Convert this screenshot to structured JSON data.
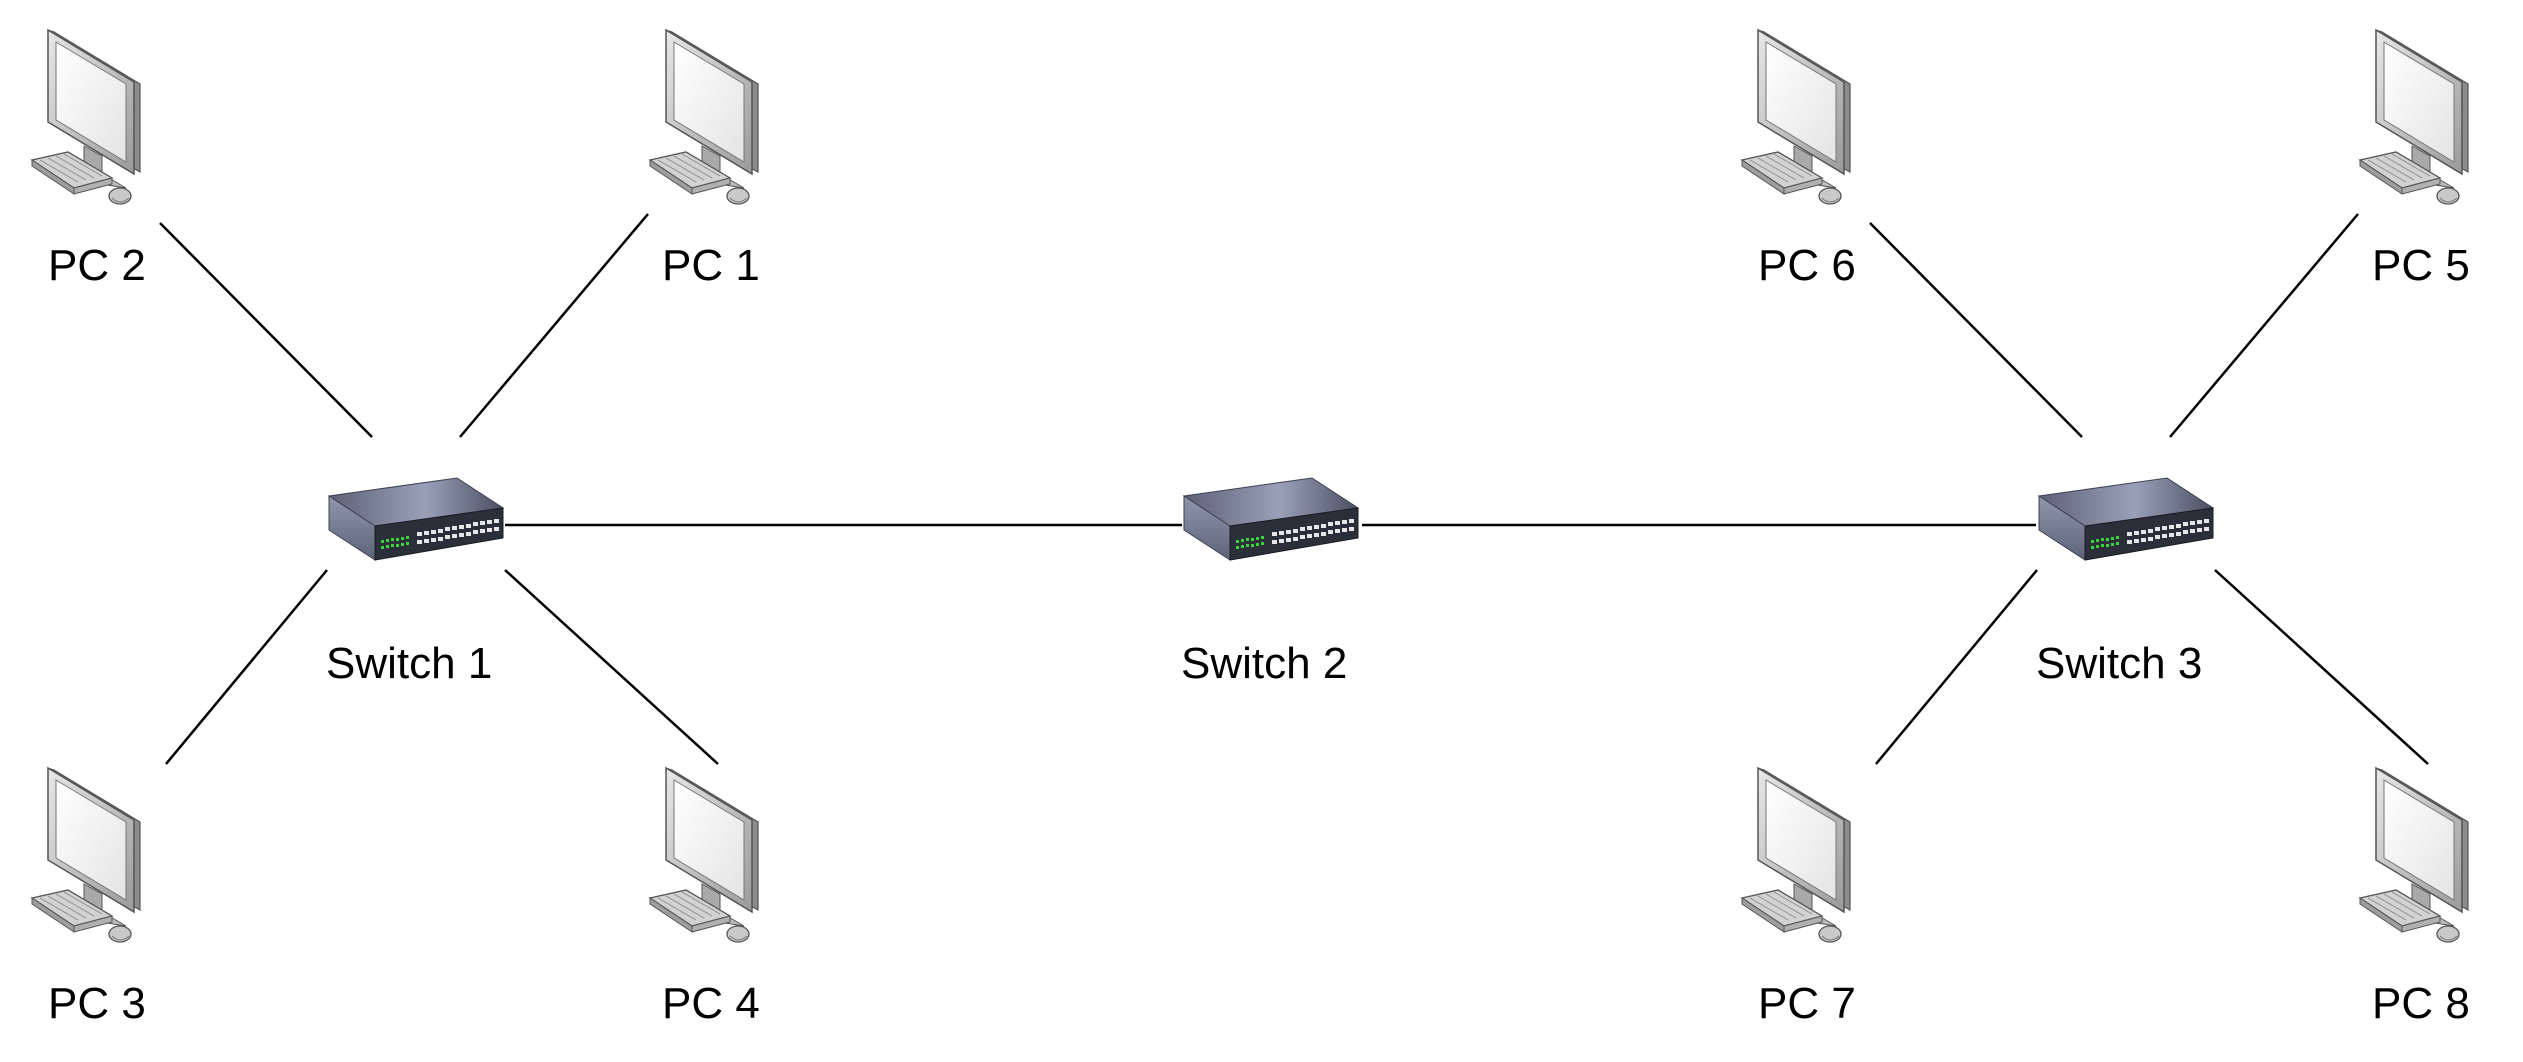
{
  "colors": {
    "background": "#ffffff",
    "link": "#000000",
    "switch_top": "#8e94ad",
    "switch_front": "#2b2f3a",
    "switch_led": "#3bd13b",
    "monitor_frame": "#c8c8c8",
    "monitor_screen": "#f6f6f6"
  },
  "icons": {
    "pc": "desktop-computer-icon",
    "switch": "network-switch-icon"
  },
  "switches": [
    {
      "id": "switch1",
      "label": "Switch 1"
    },
    {
      "id": "switch2",
      "label": "Switch 2"
    },
    {
      "id": "switch3",
      "label": "Switch 3"
    }
  ],
  "pcs": [
    {
      "id": "pc1",
      "label": "PC 1"
    },
    {
      "id": "pc2",
      "label": "PC 2"
    },
    {
      "id": "pc3",
      "label": "PC 3"
    },
    {
      "id": "pc4",
      "label": "PC 4"
    },
    {
      "id": "pc5",
      "label": "PC 5"
    },
    {
      "id": "pc6",
      "label": "PC 6"
    },
    {
      "id": "pc7",
      "label": "PC 7"
    },
    {
      "id": "pc8",
      "label": "PC 8"
    }
  ],
  "links": [
    {
      "from": "switch1",
      "to": "switch2"
    },
    {
      "from": "switch2",
      "to": "switch3"
    },
    {
      "from": "switch1",
      "to": "pc2"
    },
    {
      "from": "switch1",
      "to": "pc1"
    },
    {
      "from": "switch1",
      "to": "pc3"
    },
    {
      "from": "switch1",
      "to": "pc4"
    },
    {
      "from": "switch3",
      "to": "pc6"
    },
    {
      "from": "switch3",
      "to": "pc5"
    },
    {
      "from": "switch3",
      "to": "pc7"
    },
    {
      "from": "switch3",
      "to": "pc8"
    }
  ]
}
